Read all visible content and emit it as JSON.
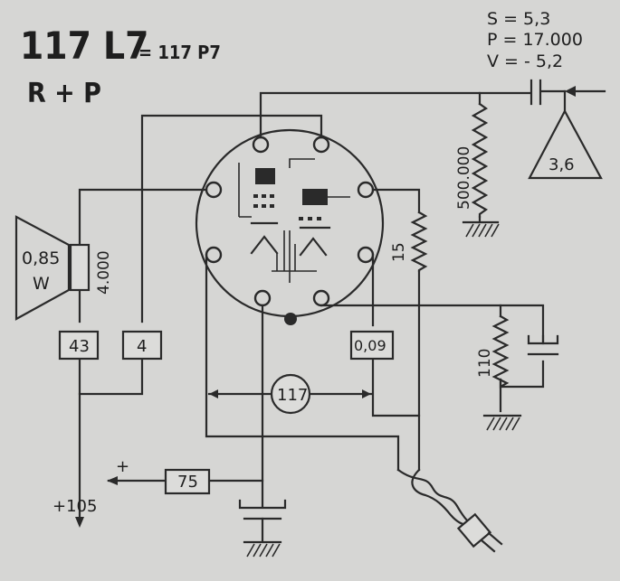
{
  "header": {
    "tube_code": "117 L7",
    "equivalent": "= 117 P7",
    "subtitle": "R + P"
  },
  "tube_params": {
    "s_line": "S = 5,3",
    "p_line": "P = 17.000",
    "v_line": "V = - 5,2"
  },
  "components": {
    "input_triangle": "3,6",
    "grid_resistor": "500.000",
    "speaker_power": "0,85",
    "speaker_unit": "W",
    "speaker_impedance": "4.000",
    "box_43": "43",
    "box_4": "4",
    "box_009": "0,09",
    "heater_circle": "117",
    "screen_resistor": "15",
    "cathode_resistor": "110",
    "box_75": "75",
    "supply_plus": "+",
    "supply_voltage": "+105"
  },
  "colors": {
    "background": "#d6d6d4",
    "ink": "#2a2a2a"
  }
}
